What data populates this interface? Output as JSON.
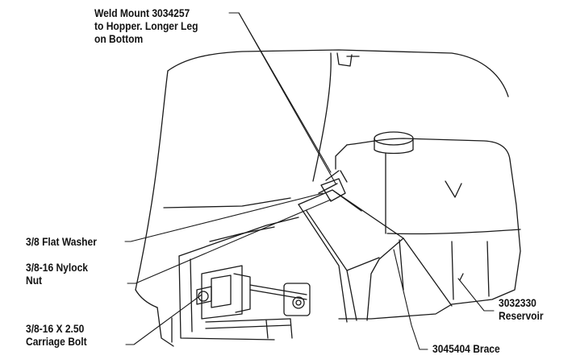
{
  "callouts": {
    "weld_mount": [
      "Weld Mount 3034257",
      "to Hopper. Longer Leg",
      "on Bottom"
    ],
    "flat_washer": [
      "3/8 Flat Washer"
    ],
    "nylock_nut": [
      "3/8-16 Nylock",
      "Nut"
    ],
    "carriage_bolt": [
      "3/8-16 X 2.50",
      "Carriage Bolt"
    ],
    "reservoir": [
      "3032330",
      "Reservoir"
    ],
    "brace": [
      "3045404 Brace"
    ]
  },
  "colors": {
    "line": "#1a1a1a",
    "text": "#111111",
    "background": "#ffffff"
  }
}
